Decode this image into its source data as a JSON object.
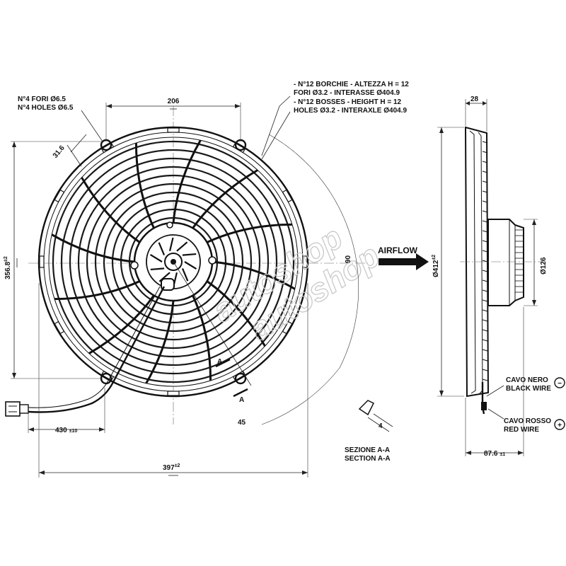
{
  "labels": {
    "holes_it": "N°4 FORI Ø6.5",
    "holes_en": "N°4 HOLES Ø6.5",
    "width_top": "206",
    "dim_31_6": "31.6",
    "bosses_it_1": "- N°12 BORCHIE - ALTEZZA H = 12",
    "bosses_it_2": "FORI Ø3.2 - INTERASSE Ø404.9",
    "bosses_en_1": "- N°12 BOSSES - HEIGHT H = 12",
    "bosses_en_2": "HOLES Ø3.2 - INTERAXLE Ø404.9",
    "height_left": "356.8",
    "height_left_tol": "±2",
    "angle_90": "90",
    "angle_45": "45",
    "section_mark_1": "A",
    "section_mark_2": "A",
    "wire_length": "430",
    "wire_length_tol": "±10",
    "width_bottom": "397",
    "width_bottom_tol": "±2",
    "section_dim": "4",
    "section_it": "SEZIONE A-A",
    "section_en": "SECTION A-A",
    "airflow": "AIRFLOW",
    "depth_top": "28",
    "dia_412": "Ø412",
    "dia_412_tol": "±2",
    "dia_126": "Ø126",
    "black_wire_it": "CAVO NERO",
    "black_wire_en": "BLACK WIRE",
    "black_sign": "−",
    "red_wire_it": "CAVO ROSSO",
    "red_wire_en": "RED WIRE",
    "red_sign": "+",
    "depth_bottom": "87.6",
    "depth_bottom_tol": "±1"
  },
  "colors": {
    "line": "#111111",
    "dimension": "#222222",
    "watermark": "#c9c9c9"
  },
  "icons": {
    "airflow_arrow": "right-arrow-icon",
    "negative_terminal": "minus-circle-icon",
    "positive_terminal": "plus-circle-icon",
    "connector": "plug-connector-icon"
  }
}
